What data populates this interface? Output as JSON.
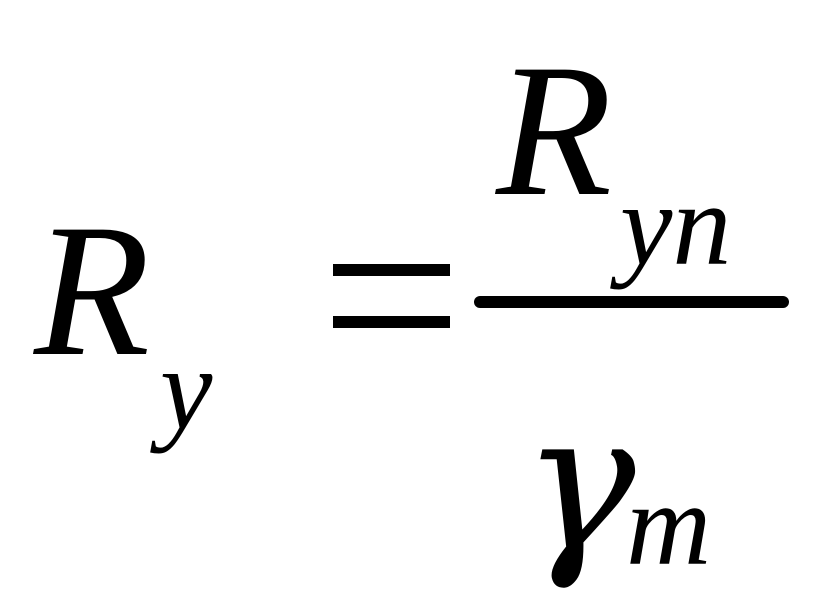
{
  "formula": {
    "lhs": {
      "symbol": "R",
      "subscript": "y"
    },
    "operator": "=",
    "numerator": {
      "symbol": "R",
      "subscript": "yn"
    },
    "denominator": {
      "symbol": "γ",
      "subscript": "m"
    }
  }
}
